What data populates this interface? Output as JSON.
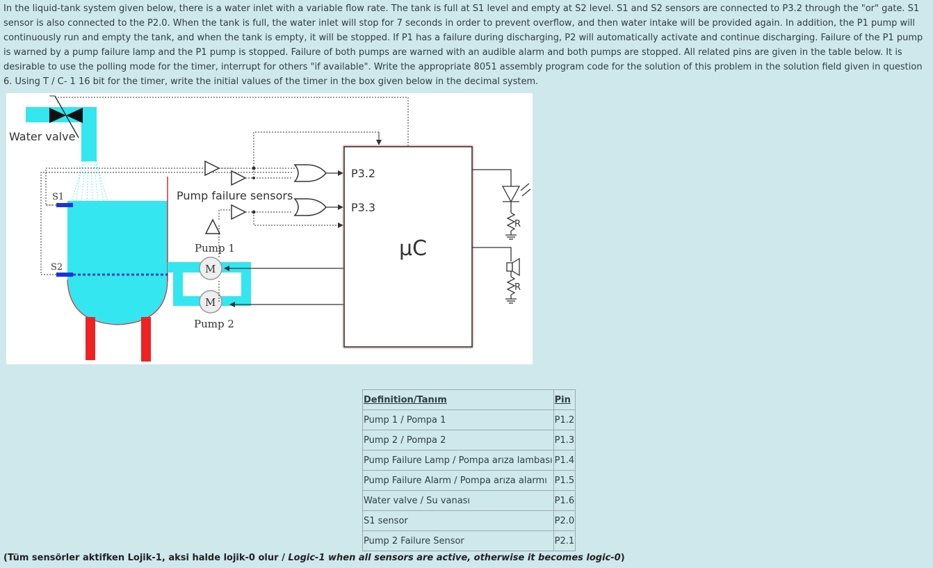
{
  "question": {
    "paragraph": "In the liquid-tank system given below, there is a water inlet with a variable flow rate. The tank is full at S1 level and empty at S2 level. S1 and S2 sensors are connected to P3.2 through the \"or\" gate. S1 sensor is also connected to the P2.0. When the tank is full, the water inlet will stop for 7 seconds in order to prevent overflow, and then water intake will be provided again. In addition, the P1 pump will continuously run and empty the tank, and when the tank is empty, it will be stopped. If P1 has a failure during discharging, P2 will automatically activate and continue discharging. Failure of the P1 pump is warned by a pump failure lamp and the P1 pump is stopped. Failure of both pumps are warned with an audible alarm and both pumps are stopped. All related pins are given in the table below. It is desirable to use the polling mode for the timer, interrupt for others \"if available\". Write the appropriate 8051 assembly program code for the solution of this problem in the solution field given in question 6. Using T / C- 1 16 bit for the timer, write the initial values of the timer in the box given below in the decimal system."
  },
  "diagram": {
    "water_valve_label": "Water valve",
    "s1_label": "S1",
    "s2_label": "S2",
    "pump_failure_sensors_label": "Pump failure sensors",
    "pump1_label": "Pump 1",
    "pump2_label": "Pump 2",
    "motor_label": "M",
    "port_p32": "P3.2",
    "port_p33": "P3.3",
    "mcu_label": "µC",
    "resistor_label": "R"
  },
  "pin_table": {
    "header_definition": "Definition/Tanım",
    "header_pin": "Pin",
    "rows": [
      {
        "definition": "Pump 1 / Pompa 1",
        "pin": "P1.2"
      },
      {
        "definition": "Pump 2 / Pompa 2",
        "pin": "P1.3"
      },
      {
        "definition": "Pump Failure Lamp / Pompa arıza lambası",
        "pin": "P1.4"
      },
      {
        "definition": "Pump Failure Alarm / Pompa arıza alarmı",
        "pin": "P1.5"
      },
      {
        "definition": "Water valve / Su vanası",
        "pin": "P1.6"
      },
      {
        "definition": "S1 sensor",
        "pin": "P2.0"
      },
      {
        "definition": "Pump 2 Failure Sensor",
        "pin": "P2.1"
      }
    ]
  },
  "footnote": {
    "turkish": "(Tüm sensörler aktifken Lojik-1, aksi halde lojik-0 olur / ",
    "english": "Logic-1 when all sensors are active, otherwise it becomes logic-0",
    "close": ")"
  },
  "colors": {
    "page_background": "#cfe8ec",
    "water": "#33e6f0",
    "tank_legs": "#ee2222",
    "sensor": "#1a33dd",
    "mcu_border": "#e06060"
  }
}
